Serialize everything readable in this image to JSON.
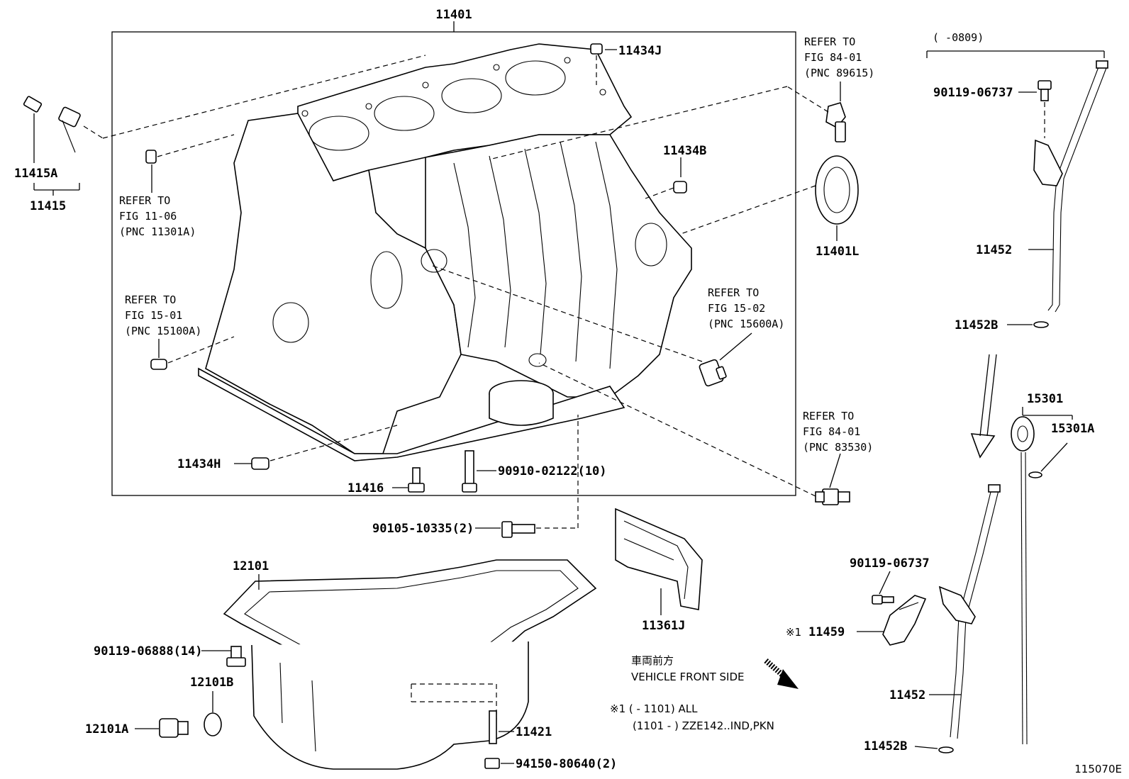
{
  "diagram": {
    "labels": {
      "p11401": "11401",
      "p11434J": "11434J",
      "p11434B": "11434B",
      "p11434H": "11434H",
      "p11401L": "11401L",
      "p11415A": "11415A",
      "p11415": "11415",
      "p11416": "11416",
      "p90910": "90910-02122(10)",
      "p90105": "90105-10335(2)",
      "p12101": "12101",
      "p90119_06888": "90119-06888(14)",
      "p12101B": "12101B",
      "p12101A": "12101A",
      "p11421": "11421",
      "p94150": "94150-80640(2)",
      "p11361J": "11361J",
      "p11452_top": "11452",
      "p11452B_top": "11452B",
      "p90119_06737_top": "90119-06737",
      "p15301": "15301",
      "p15301A": "15301A",
      "p90119_06737_bot": "90119-06737",
      "p11459": "11459",
      "p11452_bot": "11452",
      "p11452B_bot": "11452B"
    },
    "refers": {
      "r1": [
        "REFER TO",
        "FIG 11-06",
        "(PNC 11301A)"
      ],
      "r2": [
        "REFER TO",
        "FIG 15-01",
        "(PNC 15100A)"
      ],
      "r3": [
        "REFER TO",
        "FIG 84-01",
        "(PNC 89615)"
      ],
      "r4": [
        "REFER TO",
        "FIG 15-02",
        "(PNC 15600A)"
      ],
      "r5": [
        "REFER TO",
        "FIG 84-01",
        "(PNC 83530)"
      ]
    },
    "date_range": "(    -0809)",
    "mark_11459": "※1",
    "vehicle_front_jp": "車両前方",
    "vehicle_front_en": "VEHICLE FRONT SIDE",
    "footnote_line1": "※1 (        - 1101) ALL",
    "footnote_line2": "(1101 -        ) ZZE142..IND,PKN",
    "figure_id": "115070E"
  }
}
